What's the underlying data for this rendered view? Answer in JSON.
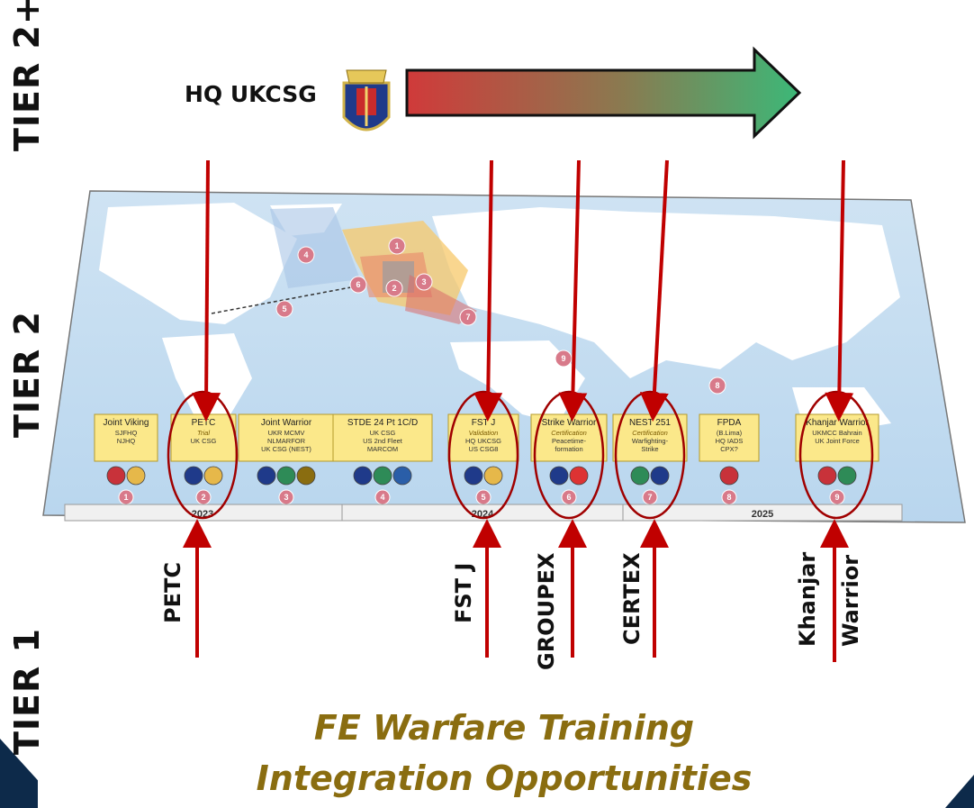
{
  "tiers": {
    "t2plus": "TIER 2+",
    "t2": "TIER 2",
    "t1": "TIER 1"
  },
  "hq_label": "HQ UKCSG",
  "bottom_labels": [
    "PETC",
    "FST J",
    "GROUPEX",
    "CERTEX",
    "Khanjar",
    "Warrior"
  ],
  "caption": {
    "line1": "FE Warfare Training",
    "line2": "Integration Opportunities"
  },
  "years": [
    "2023",
    "2024",
    "2025"
  ],
  "events": [
    {
      "name": "Joint Viking",
      "lines": [
        "SJFHQ",
        "NJHQ"
      ],
      "num": "1"
    },
    {
      "name": "PETC",
      "lines": [
        "Trial",
        "UK CSG"
      ],
      "num": "2"
    },
    {
      "name": "Joint Warrior",
      "lines": [
        "UKR MCMV",
        "NLMARFOR",
        "UK CSG (NEST)"
      ],
      "num": "3"
    },
    {
      "name": "STDE 24 Pt 1C/D",
      "lines": [
        "UK CSG",
        "US 2nd Fleet",
        "MARCOM"
      ],
      "num": "4"
    },
    {
      "name": "FST J",
      "lines": [
        "Validation",
        "HQ UKCSG",
        "US CSG8"
      ],
      "num": "5"
    },
    {
      "name": "Strike Warrior",
      "lines": [
        "Certification",
        "Peacetime-",
        "formation"
      ],
      "num": "6"
    },
    {
      "name": "NEST 251",
      "lines": [
        "Certification",
        "Warfighting-",
        "Strike"
      ],
      "num": "7"
    },
    {
      "name": "FPDA",
      "lines": [
        "(B.Lima)",
        "HQ IADS",
        "CPX?"
      ],
      "num": "8"
    },
    {
      "name": "Khanjar Warrior",
      "lines": [
        "UKMCC Bahrain",
        "UK Joint Force"
      ],
      "num": "9"
    }
  ],
  "colors": {
    "arrow_red": "#d03a3a",
    "arrow_green": "#3cb878",
    "line_red": "#c00000",
    "caption": "#8a6d10",
    "box_yellow": "#fbe88a"
  }
}
